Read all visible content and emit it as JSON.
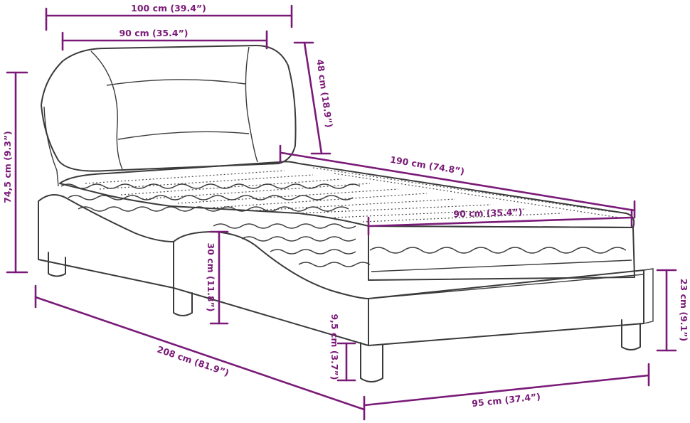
{
  "colors": {
    "dimension": "#7a1a78",
    "outline": "#3a3a3a",
    "background": "#ffffff"
  },
  "dimensions": {
    "headboard_outer_width": "100 cm (39.4”)",
    "headboard_inner_width": "90 cm (35.4”)",
    "headboard_height": "48 cm (18.9”)",
    "total_height": "74,5 cm (9.3”)",
    "mattress_length": "190 cm (74.8”)",
    "mattress_width": "90 cm (35.4”)",
    "side_panel_height": "30 cm (11.8”)",
    "frame_height": "23 cm (9.1”)",
    "leg_height": "9,5 cm (3.7”)",
    "total_length": "208 cm (81.9”)",
    "total_width": "95 cm (37.4”)"
  }
}
